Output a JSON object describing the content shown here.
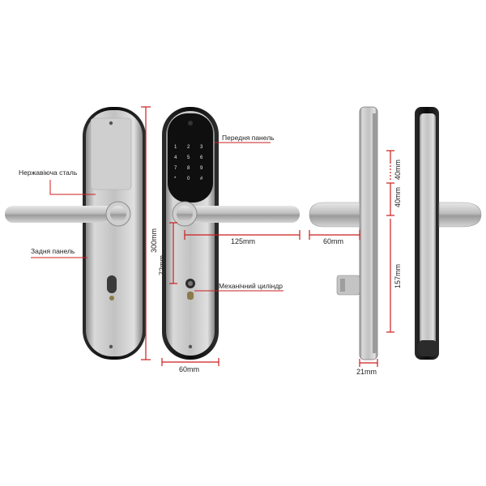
{
  "labels": {
    "stainless_steel": "Нержавіюча сталь",
    "back_panel": "Задня панель",
    "front_panel": "Передня панель",
    "mechanical_cylinder": "Механічний циліндр"
  },
  "dimensions": {
    "height_total": "300mm",
    "handle_offset": "72mm",
    "handle_length": "125mm",
    "width_front": "60mm",
    "side_handle_depth": "60mm",
    "top_spacing": "40mm",
    "second_spacing": "40mm",
    "lower_spacing": "157mm",
    "thickness": "21mm"
  },
  "keypad": {
    "keys": [
      "1",
      "2",
      "3",
      "4",
      "5",
      "6",
      "7",
      "8",
      "9",
      "*",
      "0",
      "#"
    ]
  },
  "colors": {
    "dimension_red": "#cc1e1e",
    "panel_steel": "#b9b9b9",
    "panel_dark": "#1a1a1a"
  }
}
